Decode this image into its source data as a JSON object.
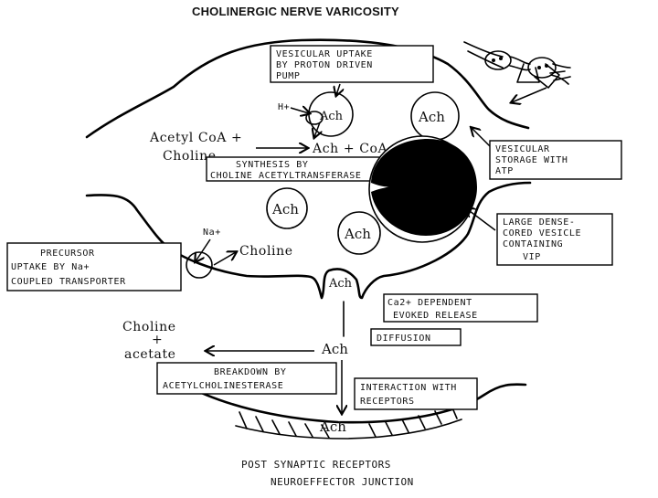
{
  "title": "CHOLINERGIC NERVE VARICOSITY",
  "labels": {
    "vesicular_uptake": [
      "VESICULAR UPTAKE",
      "BY PROTON DRIVEN",
      "PUMP"
    ],
    "h_plus": "H+",
    "acetyl_coa_plus": "Acetyl CoA +",
    "choline_input": "Choline",
    "ach_plus_coa": "Ach + CoA",
    "synthesis": [
      "SYNTHESIS BY",
      "CHOLINE ACETYLTRANSFERASE"
    ],
    "vesicular_storage": [
      "VESICULAR",
      "STORAGE WITH",
      "ATP"
    ],
    "large_dense_vesicle": [
      "LARGE DENSE-",
      "CORED VESICLE",
      "CONTAINING",
      "VIP"
    ],
    "na_plus": "Na+",
    "choline_uptake": "Choline",
    "precursor_uptake": [
      "PRECURSOR",
      "UPTAKE BY Na+",
      "COUPLED TRANSPORTER"
    ],
    "ca_release": [
      "Ca2+ DEPENDENT",
      "EVOKED RELEASE"
    ],
    "diffusion": "DIFFUSION",
    "choline_acetate": [
      "Choline",
      "+",
      "acetate"
    ],
    "breakdown": [
      "BREAKDOWN BY",
      "ACETYLCHOLINESTERASE"
    ],
    "interaction": [
      "INTERACTION WITH",
      "RECEPTORS"
    ],
    "post_synaptic": [
      "POST SYNAPTIC RECEPTORS",
      "NEUROEFFECTOR JUNCTION"
    ]
  },
  "molecules": {
    "ach": "Ach"
  }
}
